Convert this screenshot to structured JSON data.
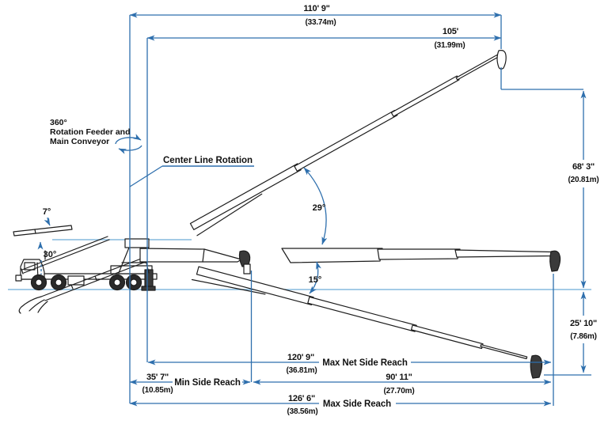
{
  "colors": {
    "dim_blue": "#2e6fad",
    "light_blue": "#85bade",
    "ink": "#1d1d1d"
  },
  "annotations": {
    "rotation_degrees": "360°",
    "rotation_line2": "Rotation Feeder and",
    "rotation_line3": "Main Conveyor",
    "center_line_rotation": "Center Line Rotation"
  },
  "angles": {
    "feeder_raised": "7°",
    "feeder_lowered": "30°",
    "boom_raised": "29°",
    "boom_lowered": "15°"
  },
  "dimensions": {
    "top_reach": {
      "feet": "110' 9\"",
      "meters": "(33.74m)"
    },
    "belt_length": {
      "feet": "105'",
      "meters": "(31.99m)"
    },
    "height_above": {
      "feet": "68' 3\"",
      "meters": "(20.81m)"
    },
    "depth_below": {
      "feet": "25' 10\"",
      "meters": "(7.86m)"
    },
    "max_net_side_reach": {
      "feet": "120' 9\"",
      "meters": "(36.81m)",
      "label": "Max Net Side Reach"
    },
    "min_side_reach": {
      "feet": "35' 7\"",
      "meters": "(10.85m)",
      "label": "Min Side Reach"
    },
    "lower_reach": {
      "feet": "90' 11\"",
      "meters": "(27.70m)"
    },
    "max_side_reach": {
      "feet": "126' 6\"",
      "meters": "(38.56m)",
      "label": "Max Side Reach"
    }
  }
}
